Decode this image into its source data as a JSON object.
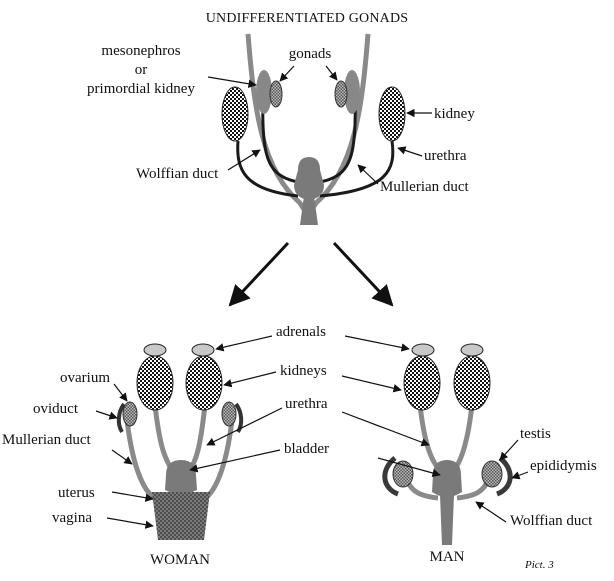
{
  "title": "UNDIFFERENTIATED GONADS",
  "labels": {
    "mesonephros_1": "mesonephros",
    "mesonephros_2": "or",
    "mesonephros_3": "primordial kidney",
    "gonads": "gonads",
    "kidney": "kidney",
    "urethra_top": "urethra",
    "wolffian_top": "Wolffian duct",
    "mullerian_top": "Mullerian duct",
    "adrenals": "adrenals",
    "kidneys": "kidneys",
    "urethra_mid": "urethra",
    "bladder": "bladder",
    "ovarium": "ovarium",
    "oviduct": "oviduct",
    "mullerian_woman": "Mullerian duct",
    "uterus": "uterus",
    "vagina": "vagina",
    "testis": "testis",
    "epididymis": "epididymis",
    "wolffian_man": "Wolffian duct"
  },
  "captions": {
    "woman": "WOMAN",
    "man": "MAN",
    "pict": "Pict. 3"
  },
  "colors": {
    "duct": "#8a8a8a",
    "dark": "#1a1a1a",
    "organ_fill": "#777777"
  }
}
